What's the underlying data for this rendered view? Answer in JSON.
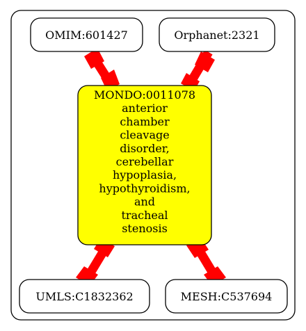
{
  "colors": {
    "edge": "#ff0000",
    "center_fill": "#ffff00",
    "node_fill": "#ffffff",
    "stroke": "#000000"
  },
  "center": {
    "lines": [
      "MONDO:0011078",
      "anterior",
      "chamber",
      "cleavage",
      "disorder,",
      "cerebellar",
      "hypoplasia,",
      "hypothyroidism,",
      "and",
      "tracheal",
      "stenosis"
    ]
  },
  "nodes": {
    "omim": "OMIM:601427",
    "orphanet": "Orphanet:2321",
    "umls": "UMLS:C1832362",
    "mesh": "MESH:C537694"
  }
}
